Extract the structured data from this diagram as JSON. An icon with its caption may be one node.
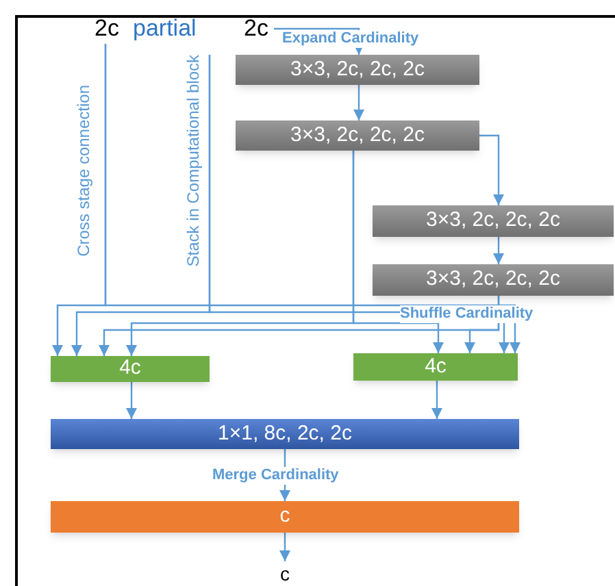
{
  "diagram": {
    "nodes": [
      {
        "text": [
          "2c"
        ]
      },
      {
        "text": [
          "2c"
        ]
      },
      {
        "text": [
          "3×3, 2c, 2c, 2c"
        ]
      },
      {
        "text": [
          "3×3, 2c, 2c, 2c"
        ]
      },
      {
        "text": [
          "3×3, 2c, 2c, 2c"
        ]
      },
      {
        "text": [
          "3×3, 2c, 2c, 2c"
        ]
      },
      {
        "text": [
          "4c"
        ]
      },
      {
        "text": [
          "4c"
        ]
      },
      {
        "text": [
          "1×1, 8c, 2c, 2c"
        ]
      },
      {
        "text": [
          "c"
        ]
      },
      {
        "text": [
          "c"
        ]
      }
    ],
    "edges": [
      {
        "from": 1,
        "to": 2,
        "arrow": "to",
        "label": "Expand Cardinality"
      },
      {
        "from": 2,
        "to": 3,
        "arrow": "to"
      },
      {
        "from": 3,
        "to": 4,
        "arrow": "to"
      },
      {
        "from": 4,
        "to": 5,
        "arrow": "to"
      },
      {
        "from": 0,
        "to": 6,
        "arrow": "to",
        "label": "Cross stage connection"
      },
      {
        "from": 0,
        "to": 7,
        "arrow": "to"
      },
      {
        "from": null,
        "to": 6,
        "arrow": "to",
        "label": "Stack in Computational block"
      },
      {
        "from": null,
        "to": 7,
        "arrow": "to"
      },
      {
        "from": 3,
        "to": 6,
        "arrow": "to"
      },
      {
        "from": 3,
        "to": 7,
        "arrow": "to"
      },
      {
        "from": 5,
        "to": 6,
        "arrow": "to"
      },
      {
        "from": 5,
        "to": 7,
        "arrow": "to"
      },
      {
        "from": 6,
        "to": 8,
        "arrow": "to"
      },
      {
        "from": 7,
        "to": 8,
        "arrow": "to"
      },
      {
        "from": 8,
        "to": 9,
        "arrow": "to",
        "label": "Merge Cardinality"
      },
      {
        "from": 9,
        "to": 10,
        "arrow": "to"
      }
    ],
    "labels": [
      "partial",
      "Shuffle Cardinality"
    ]
  }
}
